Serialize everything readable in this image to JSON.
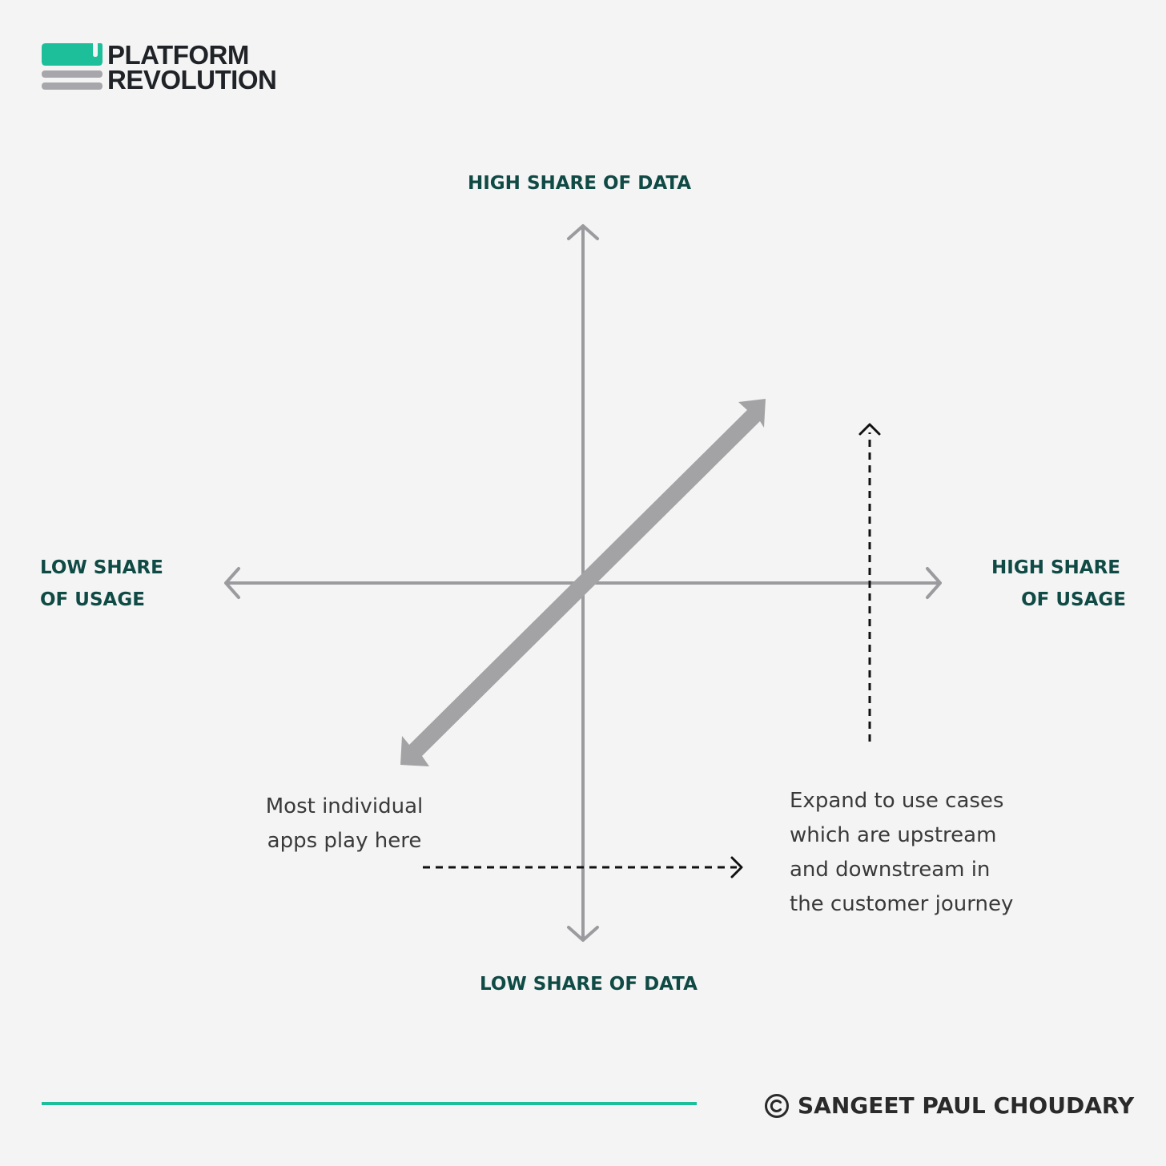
{
  "logo": {
    "line1": "PLATFORM",
    "line2": "REVOLUTION",
    "accent_color": "#1dbf9a",
    "bar_color": "#a7a7ab"
  },
  "axes": {
    "top_label": "HIGH SHARE OF DATA",
    "bottom_label": "LOW SHARE OF DATA",
    "left_label_line1": "LOW SHARE",
    "left_label_line2": "OF USAGE",
    "right_label_line1": "HIGH SHARE",
    "right_label_line2": "OF USAGE",
    "axis_color": "#9b9b9f",
    "label_color": "#0f4a45"
  },
  "annotations": {
    "left_note_line1": "Most individual",
    "left_note_line2": "apps play here",
    "right_note_line1": "Expand to use cases",
    "right_note_line2": "which are upstream",
    "right_note_line3": "and downstream in",
    "right_note_line4": "the customer journey"
  },
  "footer": {
    "copyright": "SANGEET PAUL CHOUDARY",
    "line_color": "#1dbf9a"
  }
}
